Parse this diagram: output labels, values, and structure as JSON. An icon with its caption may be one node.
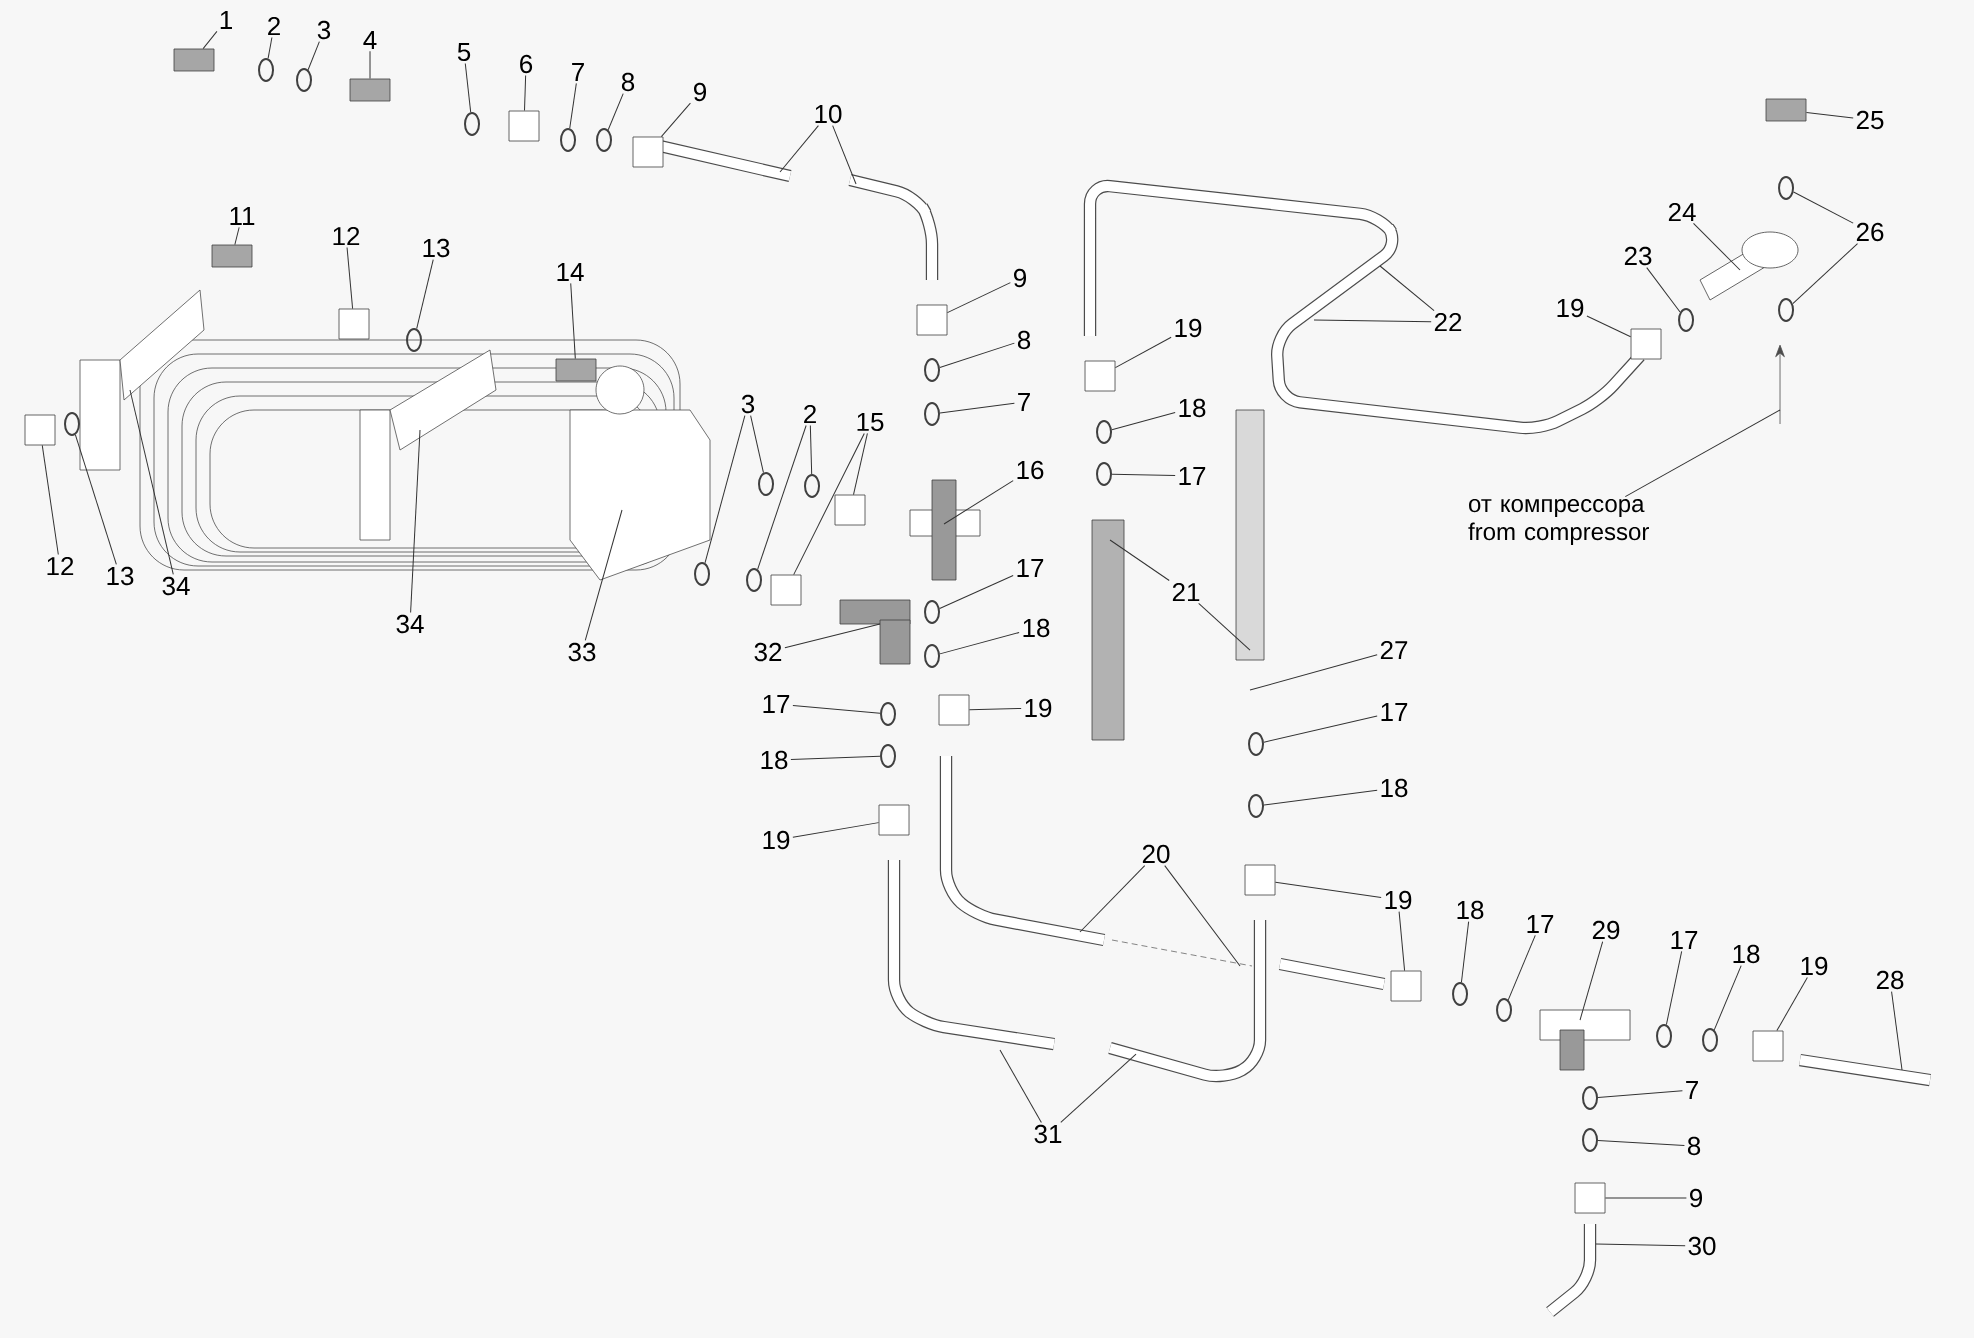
{
  "diagram": {
    "nodes": [
      {
        "text": [
          "1"
        ]
      },
      {
        "text": [
          "2"
        ]
      },
      {
        "text": [
          "3"
        ]
      },
      {
        "text": [
          "4"
        ]
      },
      {
        "text": [
          "5"
        ]
      },
      {
        "text": [
          "6"
        ]
      },
      {
        "text": [
          "7"
        ]
      },
      {
        "text": [
          "8"
        ]
      },
      {
        "text": [
          "9"
        ]
      },
      {
        "text": [
          "10"
        ]
      },
      {
        "text": [
          "11"
        ]
      },
      {
        "text": [
          "12"
        ]
      },
      {
        "text": [
          "13"
        ]
      },
      {
        "text": [
          "14"
        ]
      },
      {
        "text": [
          "12"
        ]
      },
      {
        "text": [
          "13"
        ]
      },
      {
        "text": [
          "34"
        ]
      },
      {
        "text": [
          "34"
        ]
      },
      {
        "text": [
          "33"
        ]
      },
      {
        "text": [
          "3"
        ]
      },
      {
        "text": [
          "2"
        ]
      },
      {
        "text": [
          "15"
        ]
      },
      {
        "text": [
          "9"
        ]
      },
      {
        "text": [
          "8"
        ]
      },
      {
        "text": [
          "7"
        ]
      },
      {
        "text": [
          "16"
        ]
      },
      {
        "text": [
          "17"
        ]
      },
      {
        "text": [
          "18"
        ]
      },
      {
        "text": [
          "32"
        ]
      },
      {
        "text": [
          "19"
        ]
      },
      {
        "text": [
          "18"
        ]
      },
      {
        "text": [
          "17"
        ]
      },
      {
        "text": [
          "21"
        ]
      },
      {
        "text": [
          "22"
        ]
      },
      {
        "text": [
          "25"
        ]
      },
      {
        "text": [
          "24"
        ]
      },
      {
        "text": [
          "23"
        ]
      },
      {
        "text": [
          "26"
        ]
      },
      {
        "text": [
          "19"
        ]
      },
      {
        "text": [
          "от компрессора from compressor"
        ]
      },
      {
        "text": [
          "27"
        ]
      },
      {
        "text": [
          "17"
        ]
      },
      {
        "text": [
          "18"
        ]
      },
      {
        "text": [
          "19"
        ]
      },
      {
        "text": [
          "20"
        ]
      },
      {
        "text": [
          "17"
        ]
      },
      {
        "text": [
          "18"
        ]
      },
      {
        "text": [
          "19"
        ]
      },
      {
        "text": [
          "19"
        ]
      },
      {
        "text": [
          "31"
        ]
      },
      {
        "text": [
          "18"
        ]
      },
      {
        "text": [
          "17"
        ]
      },
      {
        "text": [
          "29"
        ]
      },
      {
        "text": [
          "17"
        ]
      },
      {
        "text": [
          "18"
        ]
      },
      {
        "text": [
          "19"
        ]
      },
      {
        "text": [
          "28"
        ]
      },
      {
        "text": [
          "7"
        ]
      },
      {
        "text": [
          "8"
        ]
      },
      {
        "text": [
          "9"
        ]
      },
      {
        "text": [
          "30"
        ]
      },
      {
        "text": [],
        "shape": "bar"
      },
      {
        "text": [],
        "shape": "circle"
      },
      {
        "text": [],
        "shape": "circle"
      },
      {
        "text": [],
        "shape": "bar"
      },
      {
        "text": [],
        "shape": "circle"
      },
      {
        "text": [],
        "shape": "box"
      },
      {
        "text": [],
        "shape": "circle"
      },
      {
        "text": [],
        "shape": "circle"
      },
      {
        "text": [],
        "shape": "box"
      },
      {
        "text": [],
        "shape": "bar"
      },
      {
        "text": [],
        "shape": "box"
      },
      {
        "text": [],
        "shape": "circle"
      },
      {
        "text": [],
        "shape": "bar"
      },
      {
        "text": [],
        "shape": "box"
      },
      {
        "text": [],
        "shape": "circle"
      },
      {
        "text": [],
        "shape": "circle"
      },
      {
        "text": [],
        "shape": "circle"
      },
      {
        "text": [],
        "shape": "circle"
      },
      {
        "text": [],
        "shape": "circle"
      },
      {
        "text": [],
        "shape": "box"
      },
      {
        "text": [],
        "shape": "box"
      },
      {
        "text": [],
        "shape": "box"
      },
      {
        "text": [],
        "shape": "circle"
      },
      {
        "text": [],
        "shape": "circle"
      },
      {
        "text": [],
        "shape": "circle"
      },
      {
        "text": [],
        "shape": "circle"
      },
      {
        "text": [],
        "shape": "box"
      },
      {
        "text": [],
        "shape": "circle"
      },
      {
        "text": [],
        "shape": "circle"
      },
      {
        "text": [],
        "shape": "bar"
      },
      {
        "text": [],
        "shape": "circle"
      },
      {
        "text": [],
        "shape": "circle"
      },
      {
        "text": [],
        "shape": "circle"
      },
      {
        "text": [],
        "shape": "box"
      },
      {
        "text": [],
        "shape": "circle"
      },
      {
        "text": [],
        "shape": "circle"
      },
      {
        "text": [],
        "shape": "box"
      },
      {
        "text": [],
        "shape": "box"
      },
      {
        "text": [],
        "shape": "circle"
      },
      {
        "text": [],
        "shape": "circle"
      },
      {
        "text": [],
        "shape": "box"
      },
      {
        "text": [],
        "shape": "box"
      },
      {
        "text": [],
        "shape": "circle"
      },
      {
        "text": [],
        "shape": "circle"
      },
      {
        "text": [],
        "shape": "circle"
      },
      {
        "text": [],
        "shape": "circle"
      },
      {
        "text": [],
        "shape": "box"
      },
      {
        "text": [],
        "shape": "circle"
      },
      {
        "text": [],
        "shape": "circle"
      },
      {
        "text": [],
        "shape": "box"
      }
    ],
    "edges": [
      {
        "from": 0,
        "to": 61,
        "arrow": "none"
      },
      {
        "from": 1,
        "to": 62,
        "arrow": "none"
      },
      {
        "from": 2,
        "to": 63,
        "arrow": "none"
      },
      {
        "from": 3,
        "to": 64,
        "arrow": "none"
      },
      {
        "from": 4,
        "to": 65,
        "arrow": "none"
      },
      {
        "from": 5,
        "to": 66,
        "arrow": "none"
      },
      {
        "from": 6,
        "to": 67,
        "arrow": "none"
      },
      {
        "from": 7,
        "to": 68,
        "arrow": "none"
      },
      {
        "from": 8,
        "to": 69,
        "arrow": "none"
      },
      {
        "from": 9,
        "to": null,
        "arrow": "none"
      },
      {
        "from": 9,
        "to": null,
        "arrow": "none"
      },
      {
        "from": 10,
        "to": 70,
        "arrow": "none"
      },
      {
        "from": 11,
        "to": 71,
        "arrow": "none"
      },
      {
        "from": 12,
        "to": 72,
        "arrow": "none"
      },
      {
        "from": 13,
        "to": 73,
        "arrow": "none"
      },
      {
        "from": 14,
        "to": 74,
        "arrow": "none"
      },
      {
        "from": 15,
        "to": 75,
        "arrow": "none"
      },
      {
        "from": 16,
        "to": null,
        "arrow": "none"
      },
      {
        "from": 17,
        "to": null,
        "arrow": "none"
      },
      {
        "from": 18,
        "to": null,
        "arrow": "none"
      },
      {
        "from": 19,
        "to": 76,
        "arrow": "none"
      },
      {
        "from": 19,
        "to": 77,
        "arrow": "none"
      },
      {
        "from": 20,
        "to": 78,
        "arrow": "none"
      },
      {
        "from": 20,
        "to": 79,
        "arrow": "none"
      },
      {
        "from": 21,
        "to": 80,
        "arrow": "none"
      },
      {
        "from": 21,
        "to": 81,
        "arrow": "none"
      },
      {
        "from": 22,
        "to": 82,
        "arrow": "none"
      },
      {
        "from": 23,
        "to": 83,
        "arrow": "none"
      },
      {
        "from": 24,
        "to": 84,
        "arrow": "none"
      },
      {
        "from": 25,
        "to": null,
        "arrow": "none"
      },
      {
        "from": 26,
        "to": 85,
        "arrow": "none"
      },
      {
        "from": 27,
        "to": 86,
        "arrow": "none"
      },
      {
        "from": 28,
        "to": null,
        "arrow": "none"
      },
      {
        "from": 29,
        "to": 87,
        "arrow": "none"
      },
      {
        "from": 30,
        "to": 88,
        "arrow": "none"
      },
      {
        "from": 31,
        "to": 89,
        "arrow": "none"
      },
      {
        "from": 32,
        "to": null,
        "arrow": "none"
      },
      {
        "from": 32,
        "to": null,
        "arrow": "none"
      },
      {
        "from": 33,
        "to": null,
        "arrow": "none"
      },
      {
        "from": 33,
        "to": null,
        "arrow": "none"
      },
      {
        "from": 34,
        "to": 90,
        "arrow": "none"
      },
      {
        "from": 35,
        "to": null,
        "arrow": "none"
      },
      {
        "from": 36,
        "to": 91,
        "arrow": "none"
      },
      {
        "from": 37,
        "to": 92,
        "arrow": "none"
      },
      {
        "from": 37,
        "to": 93,
        "arrow": "none"
      },
      {
        "from": 38,
        "to": 94,
        "arrow": "none"
      },
      {
        "from": 39,
        "to": null,
        "arrow": "none"
      },
      {
        "from": 40,
        "to": null,
        "arrow": "none"
      },
      {
        "from": 41,
        "to": 95,
        "arrow": "none"
      },
      {
        "from": 42,
        "to": 96,
        "arrow": "none"
      },
      {
        "from": 43,
        "to": 97,
        "arrow": "none"
      },
      {
        "from": 43,
        "to": 98,
        "arrow": "none"
      },
      {
        "from": 44,
        "to": null,
        "arrow": "none"
      },
      {
        "from": 44,
        "to": null,
        "arrow": "none"
      },
      {
        "from": 45,
        "to": 99,
        "arrow": "none"
      },
      {
        "from": 46,
        "to": 100,
        "arrow": "none"
      },
      {
        "from": 47,
        "to": 101,
        "arrow": "none"
      },
      {
        "from": 48,
        "to": 102,
        "arrow": "none"
      },
      {
        "from": 49,
        "to": null,
        "arrow": "none"
      },
      {
        "from": 49,
        "to": null,
        "arrow": "none"
      },
      {
        "from": 50,
        "to": 103,
        "arrow": "none"
      },
      {
        "from": 51,
        "to": 104,
        "arrow": "none"
      },
      {
        "from": 52,
        "to": null,
        "arrow": "none"
      },
      {
        "from": 53,
        "to": 105,
        "arrow": "none"
      },
      {
        "from": 54,
        "to": 106,
        "arrow": "none"
      },
      {
        "from": 55,
        "to": 107,
        "arrow": "none"
      },
      {
        "from": 56,
        "to": null,
        "arrow": "none"
      },
      {
        "from": 57,
        "to": 108,
        "arrow": "none"
      },
      {
        "from": 58,
        "to": 109,
        "arrow": "none"
      },
      {
        "from": 59,
        "to": 110,
        "arrow": "none"
      },
      {
        "from": 60,
        "to": null,
        "arrow": "none"
      }
    ]
  }
}
